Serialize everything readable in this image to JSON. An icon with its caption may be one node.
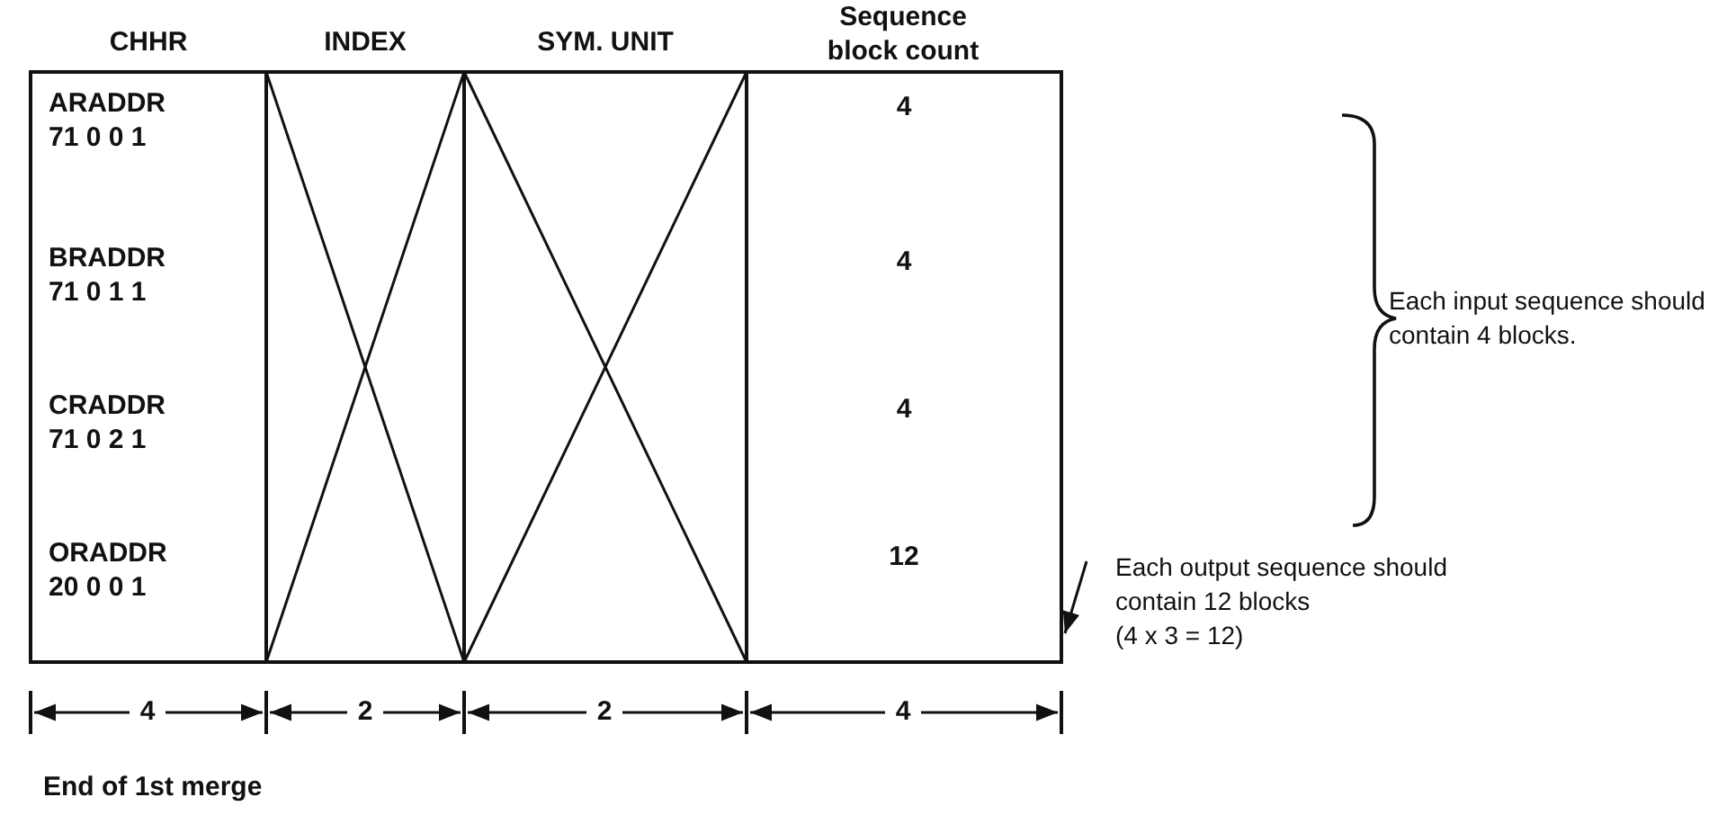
{
  "diagram": {
    "nodes": [
      {
        "text": [
          "Each output sequence should contain 12 blocks",
          "(4 x 3 = 12)"
        ]
      },
      {
        "text": [],
        "shape": "box"
      }
    ],
    "edges": [
      {
        "from": 0,
        "to": 1,
        "arrow": "to"
      }
    ],
    "labels": [
      "CHHR",
      "INDEX",
      "SYM. UNIT",
      "Sequence block count",
      "ARADDR 71 0 0 1",
      "4",
      "Each input sequence should contain 4 blocks.",
      "BRADDR 71 0 1 1",
      "4",
      "CRADDR 71 0 2 1",
      "4",
      "ORADDR 20 0 0 1",
      "12",
      "4",
      "2",
      "2",
      "4",
      "End of 1st merge"
    ]
  }
}
